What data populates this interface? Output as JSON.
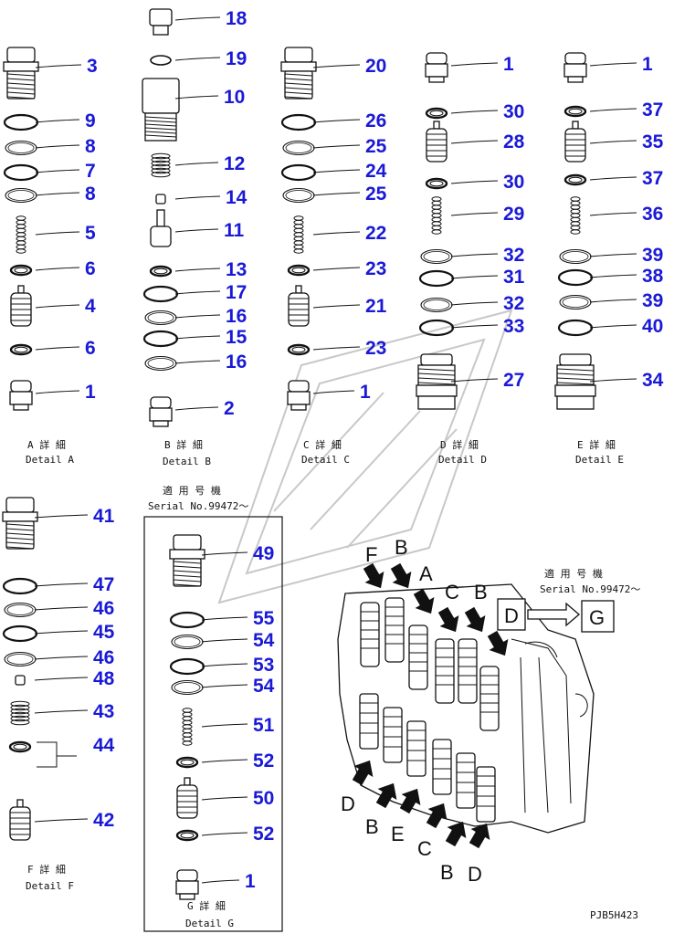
{
  "details": [
    {
      "key": "A",
      "caption_jp": "A 詳 細",
      "caption_en": "Detail A",
      "parts": [
        {
          "no": "3",
          "shape": "plug"
        },
        {
          "no": "9",
          "shape": "ring"
        },
        {
          "no": "8",
          "shape": "ring2"
        },
        {
          "no": "7",
          "shape": "ring"
        },
        {
          "no": "8",
          "shape": "ring2"
        },
        {
          "no": "5",
          "shape": "spring"
        },
        {
          "no": "6",
          "shape": "seal"
        },
        {
          "no": "4",
          "shape": "spool"
        },
        {
          "no": "6",
          "shape": "seal"
        },
        {
          "no": "1",
          "shape": "cap"
        }
      ]
    },
    {
      "key": "B",
      "caption_jp": "B 詳 細",
      "caption_en": "Detail B",
      "parts": [
        {
          "no": "18",
          "shape": "smallplug"
        },
        {
          "no": "19",
          "shape": "smallring"
        },
        {
          "no": "10",
          "shape": "body"
        },
        {
          "no": "12",
          "shape": "coil"
        },
        {
          "no": "14",
          "shape": "tiny"
        },
        {
          "no": "11",
          "shape": "poppet"
        },
        {
          "no": "13",
          "shape": "seal"
        },
        {
          "no": "17",
          "shape": "ring"
        },
        {
          "no": "16",
          "shape": "ring2"
        },
        {
          "no": "15",
          "shape": "ring"
        },
        {
          "no": "16",
          "shape": "ring2"
        },
        {
          "no": "2",
          "shape": "cap"
        }
      ]
    },
    {
      "key": "C",
      "caption_jp": "C 詳 細",
      "caption_en": "Detail C",
      "parts": [
        {
          "no": "20",
          "shape": "plug"
        },
        {
          "no": "26",
          "shape": "ring"
        },
        {
          "no": "25",
          "shape": "ring2"
        },
        {
          "no": "24",
          "shape": "ring"
        },
        {
          "no": "25",
          "shape": "ring2"
        },
        {
          "no": "22",
          "shape": "spring"
        },
        {
          "no": "23",
          "shape": "seal"
        },
        {
          "no": "21",
          "shape": "spool"
        },
        {
          "no": "23",
          "shape": "seal"
        },
        {
          "no": "1",
          "shape": "cap"
        }
      ]
    },
    {
      "key": "D",
      "caption_jp": "D 詳 細",
      "caption_en": "Detail D",
      "parts": [
        {
          "no": "1",
          "shape": "cap"
        },
        {
          "no": "30",
          "shape": "seal"
        },
        {
          "no": "28",
          "shape": "spool"
        },
        {
          "no": "30",
          "shape": "seal"
        },
        {
          "no": "29",
          "shape": "spring"
        },
        {
          "no": "32",
          "shape": "ring2"
        },
        {
          "no": "31",
          "shape": "ring"
        },
        {
          "no": "32",
          "shape": "ring2"
        },
        {
          "no": "33",
          "shape": "ring"
        },
        {
          "no": "27",
          "shape": "bigplug"
        }
      ]
    },
    {
      "key": "E",
      "caption_jp": "E 詳 細",
      "caption_en": "Detail E",
      "parts": [
        {
          "no": "1",
          "shape": "cap"
        },
        {
          "no": "37",
          "shape": "seal"
        },
        {
          "no": "35",
          "shape": "spool"
        },
        {
          "no": "37",
          "shape": "seal"
        },
        {
          "no": "36",
          "shape": "spring"
        },
        {
          "no": "39",
          "shape": "ring2"
        },
        {
          "no": "38",
          "shape": "ring"
        },
        {
          "no": "39",
          "shape": "ring2"
        },
        {
          "no": "40",
          "shape": "ring"
        },
        {
          "no": "34",
          "shape": "bigplug"
        }
      ]
    },
    {
      "key": "F",
      "caption_jp": "F 詳 細",
      "caption_en": "Detail F",
      "parts": [
        {
          "no": "41",
          "shape": "plug"
        },
        {
          "no": "47",
          "shape": "ring"
        },
        {
          "no": "46",
          "shape": "ring2"
        },
        {
          "no": "45",
          "shape": "ring"
        },
        {
          "no": "46",
          "shape": "ring2"
        },
        {
          "no": "48",
          "shape": "tiny"
        },
        {
          "no": "43",
          "shape": "coil"
        },
        {
          "no": "44",
          "shape": "seal"
        },
        {
          "no": "42",
          "shape": "spool"
        }
      ]
    },
    {
      "key": "G",
      "caption_jp": "G 詳 細",
      "caption_en": "Detail G",
      "parts": [
        {
          "no": "49",
          "shape": "plug"
        },
        {
          "no": "55",
          "shape": "ring"
        },
        {
          "no": "54",
          "shape": "ring2"
        },
        {
          "no": "53",
          "shape": "ring"
        },
        {
          "no": "54",
          "shape": "ring2"
        },
        {
          "no": "51",
          "shape": "spring"
        },
        {
          "no": "52",
          "shape": "seal"
        },
        {
          "no": "50",
          "shape": "spool"
        },
        {
          "no": "52",
          "shape": "seal"
        },
        {
          "no": "1",
          "shape": "cap"
        }
      ]
    }
  ],
  "serial_note_g": {
    "jp": "適 用 号 機",
    "en": "Serial No.99472～"
  },
  "serial_note_assembly": {
    "jp": "適 用 号 機",
    "en": "Serial No.99472～"
  },
  "conversion": {
    "from": "D",
    "to": "G"
  },
  "assembly_top_labels": [
    "F",
    "B",
    "A",
    "C",
    "B"
  ],
  "assembly_bottom_labels": [
    "D",
    "B",
    "E",
    "C",
    "B",
    "D"
  ],
  "drawing_code": "PJB5H423",
  "colors": {
    "callout": "#1a1ad6",
    "line": "#111111",
    "watermark": "#c8c8c8"
  }
}
